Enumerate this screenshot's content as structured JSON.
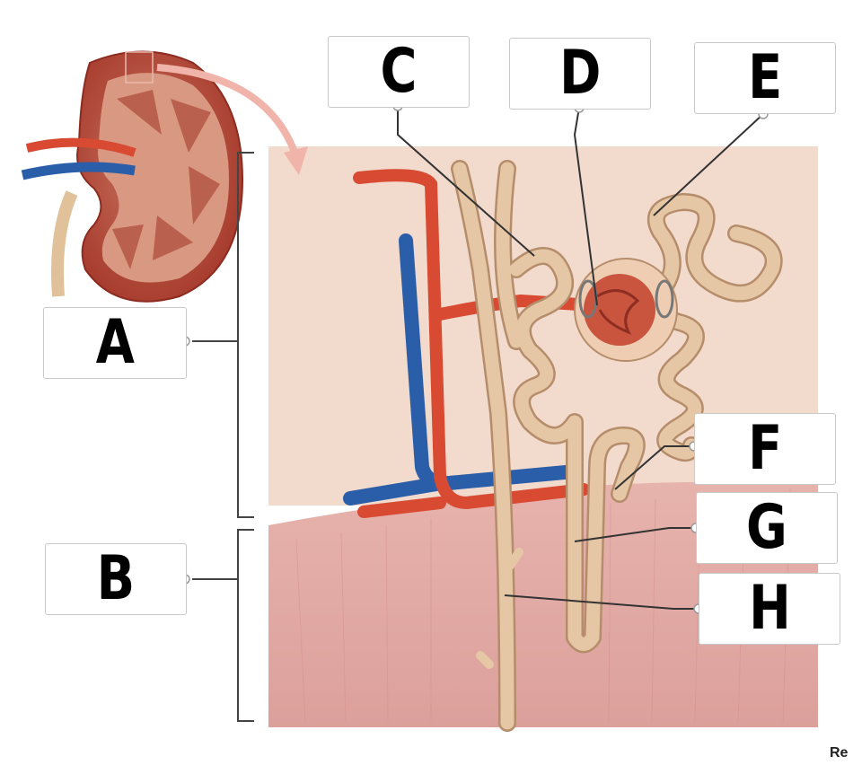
{
  "labels": {
    "A": "A",
    "B": "B",
    "C": "C",
    "D": "D",
    "E": "E",
    "F": "F",
    "G": "G",
    "H": "H"
  },
  "reset_link": "Re",
  "colors": {
    "artery": "#d84a32",
    "vein": "#2a5ea8",
    "tubule": "#e6c7a5",
    "cortex_bg": "#f1d8cb",
    "medulla_bg": "#e2a9a4",
    "bracket": "#444444"
  }
}
